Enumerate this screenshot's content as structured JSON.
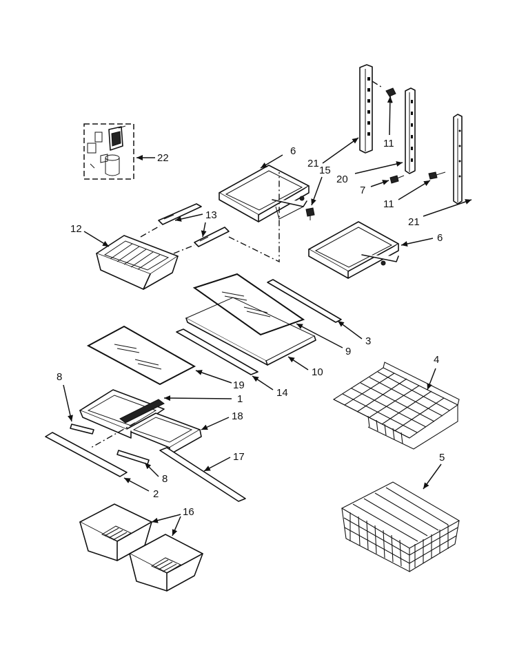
{
  "callouts": {
    "c1": "1",
    "c2": "2",
    "c3": "3",
    "c4": "4",
    "c5": "5",
    "c6a": "6",
    "c6b": "6",
    "c7": "7",
    "c8a": "8",
    "c8b": "8",
    "c9": "9",
    "c10": "10",
    "c11a": "11",
    "c11b": "11",
    "c12": "12",
    "c13": "13",
    "c14": "14",
    "c15": "15",
    "c16": "16",
    "c17": "17",
    "c18": "18",
    "c19": "19",
    "c20": "20",
    "c21a": "21",
    "c21b": "21",
    "c22": "22"
  }
}
